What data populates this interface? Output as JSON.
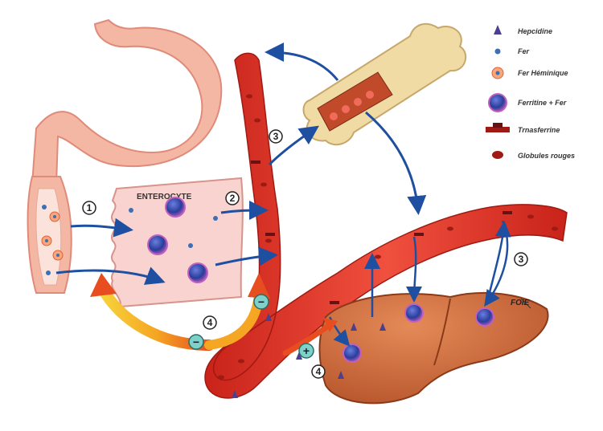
{
  "labels": {
    "enterocyte": "ENTEROCYTE",
    "liver": "FOIE"
  },
  "legend": [
    {
      "icon": "hepcidin-triangle-icon",
      "label": "Hepcidine"
    },
    {
      "icon": "iron-dot-icon",
      "label": "Fer"
    },
    {
      "icon": "heme-iron-icon",
      "label": "Fer Héminique"
    },
    {
      "icon": "ferritin-iron-icon",
      "label": "Ferritine + Fer"
    },
    {
      "icon": "transferrin-icon",
      "label": "Trnasferrine"
    },
    {
      "icon": "red-blood-cell-icon",
      "label": "Globules rouges"
    }
  ],
  "steps": {
    "s1": "1",
    "s2": "2",
    "s3a": "3",
    "s3b": "3",
    "s4a": "4",
    "s4b": "4"
  },
  "signs": {
    "minus1": "−",
    "minus2": "−",
    "plus": "+"
  },
  "colors": {
    "vessel": "#e8352a",
    "vessel_dark": "#b01e16",
    "stomach": "#f4b7a3",
    "enterocyte": "#f8d3cf",
    "liver": "#d26a3a",
    "bone": "#f1dba5",
    "arrow_blue": "#1f4fa0",
    "feedback_orange": "#f5a623",
    "hepcidin": "#4b3f8f",
    "iron": "#3c6fb3",
    "ferritin": "#2a3d99"
  }
}
